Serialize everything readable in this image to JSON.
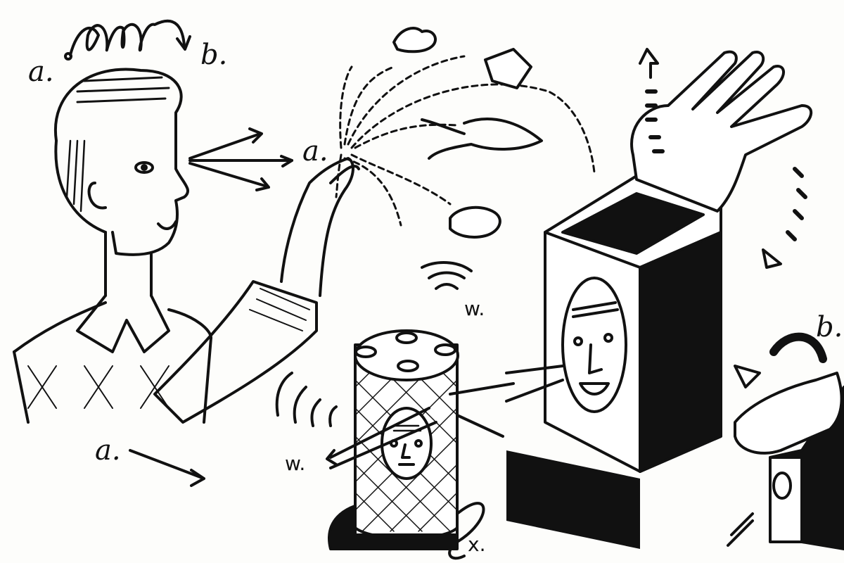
{
  "illustration": {
    "style": "black-and-white ink drawing",
    "ink_color": "#111111",
    "paper_color": "#fdfdfb",
    "labels": {
      "top_a": "a.",
      "top_b": "b.",
      "center_a": "a.",
      "bottom_a": "a.",
      "speaker_w_top": "w.",
      "speaker_w_left": "w.",
      "cable_x": "x.",
      "right_b": "b."
    },
    "elements": [
      "man-face-profile",
      "raised-hand",
      "scattered-thought-shapes",
      "smart-speaker-with-face",
      "open-box-with-face",
      "large-glove-hand",
      "small-box-with-hand"
    ]
  }
}
